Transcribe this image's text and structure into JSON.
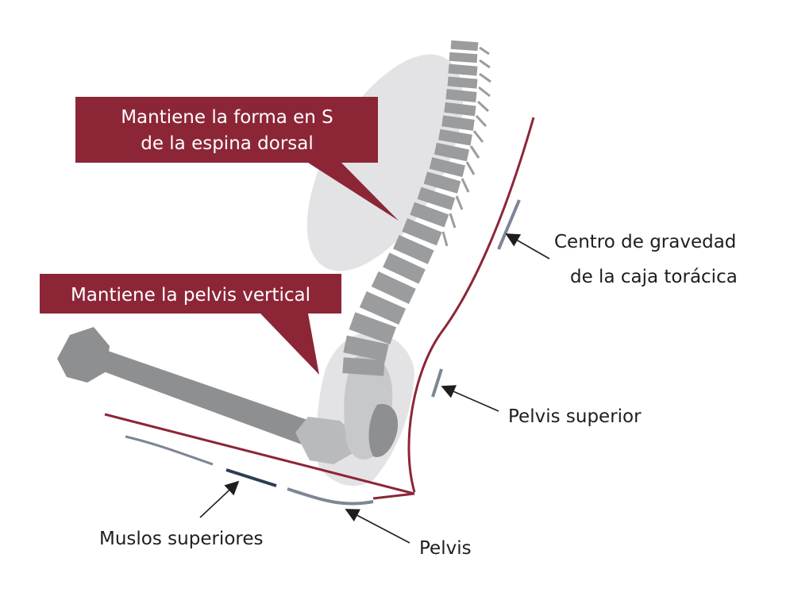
{
  "colors": {
    "callout_fill": "#8c2637",
    "seat_line": "#8c2637",
    "contact_line": "#7d8596",
    "thigh_highlight": "#2c3e55",
    "bone": "#8e8f91",
    "bone_light": "#c7c8ca",
    "silhouette": "#e3e3e5",
    "label_text": "#1e1e1e"
  },
  "callouts": {
    "spine": {
      "line1": "Mantiene la forma en S",
      "line2": "de la espina dorsal"
    },
    "pelvis": {
      "line1": "Mantiene la pelvis vertical"
    }
  },
  "labels": {
    "ribcage": {
      "line1": "Centro de gravedad",
      "line2": "de la caja torácica"
    },
    "upper_pelvis": "Pelvis superior",
    "thighs": "Muslos superiores",
    "pelvis": "Pelvis"
  }
}
